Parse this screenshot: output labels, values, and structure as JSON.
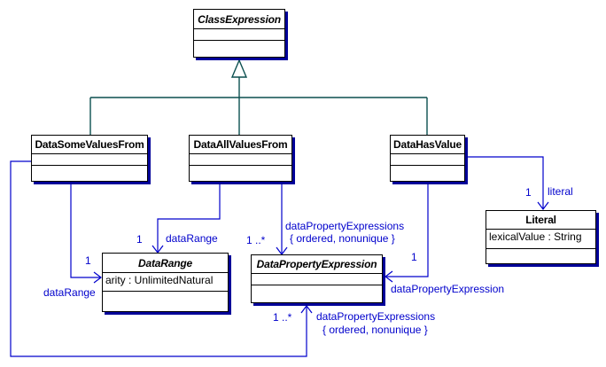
{
  "colors": {
    "association": "#0000cc",
    "generalization": "#0b4f4f",
    "shadow": "#000099",
    "border": "#000000"
  },
  "classes": {
    "class_expression": {
      "name": "ClassExpression",
      "abstract": "true"
    },
    "data_some_values_from": {
      "name": "DataSomeValuesFrom",
      "abstract": "false"
    },
    "data_all_values_from": {
      "name": "DataAllValuesFrom",
      "abstract": "false"
    },
    "data_has_value": {
      "name": "DataHasValue",
      "abstract": "false"
    },
    "data_range": {
      "name": "DataRange",
      "abstract": "true",
      "attribute": "arity : UnlimitedNatural"
    },
    "data_property_expression": {
      "name": "DataPropertyExpression",
      "abstract": "true"
    },
    "literal": {
      "name": "Literal",
      "abstract": "false",
      "attribute": "lexicalValue : String"
    }
  },
  "associations": {
    "allvalues_to_datarange": {
      "multiplicity": "1",
      "role": "dataRange"
    },
    "allvalues_to_dpe": {
      "multiplicity": "1 ..*",
      "role": "dataPropertyExpressions",
      "constraint": "{ ordered, nonunique }"
    },
    "somevalues_to_datarange": {
      "multiplicity": "1",
      "role": "dataRange"
    },
    "somevalues_to_dpe": {
      "multiplicity": "1 ..*",
      "role": "dataPropertyExpressions",
      "constraint": "{ ordered, nonunique }"
    },
    "hasvalue_to_dpe": {
      "multiplicity": "1",
      "role": "dataPropertyExpression"
    },
    "hasvalue_to_literal": {
      "multiplicity": "1",
      "role": "literal"
    }
  }
}
